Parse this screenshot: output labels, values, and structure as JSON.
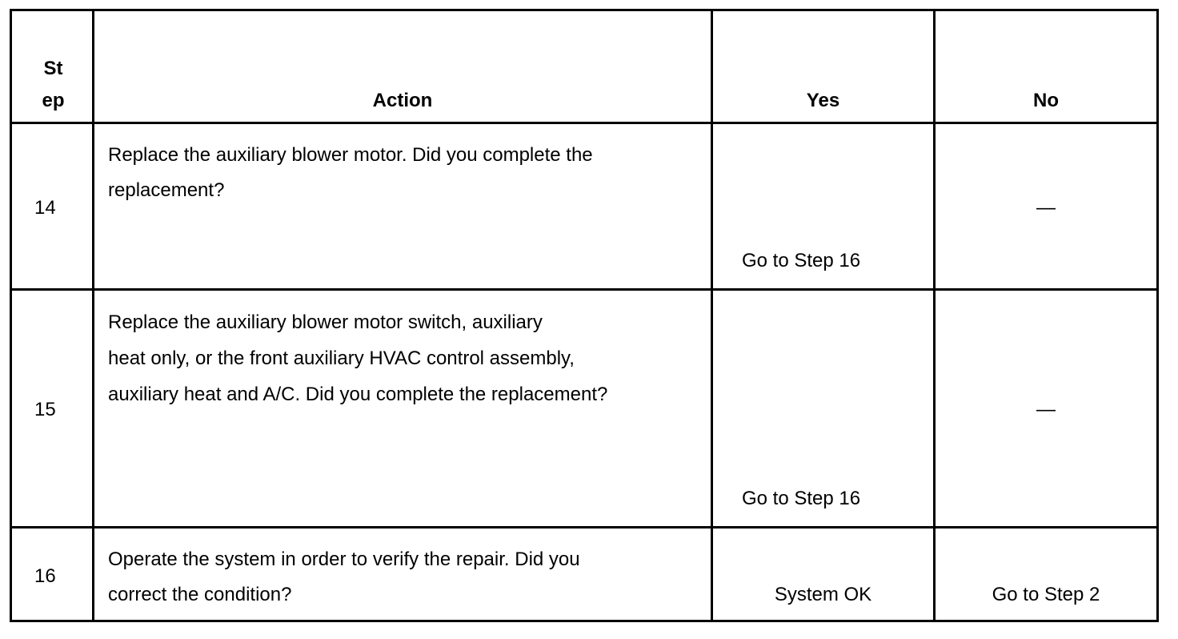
{
  "table": {
    "headers": {
      "step_line1": "St",
      "step_line2": "ep",
      "action": "Action",
      "yes": "Yes",
      "no": "No"
    },
    "rows": [
      {
        "step": "14",
        "action_lines": [
          "Replace the auxiliary blower motor.  Did you complete the",
          "replacement?"
        ],
        "yes": "Go to Step 16",
        "no": "—"
      },
      {
        "step": "15",
        "action_lines": [
          "Replace the auxiliary blower motor switch, auxiliary",
          "heat only, or the front auxiliary HVAC control assembly,",
          "auxiliary heat and A/C.  Did you complete the replacement?"
        ],
        "yes": "Go to Step 16",
        "no": "—"
      },
      {
        "step": "16",
        "action_lines": [
          "Operate the system in order to verify the repair. Did you",
          "correct the condition?"
        ],
        "yes": "System OK",
        "no": "Go to Step 2"
      }
    ]
  }
}
